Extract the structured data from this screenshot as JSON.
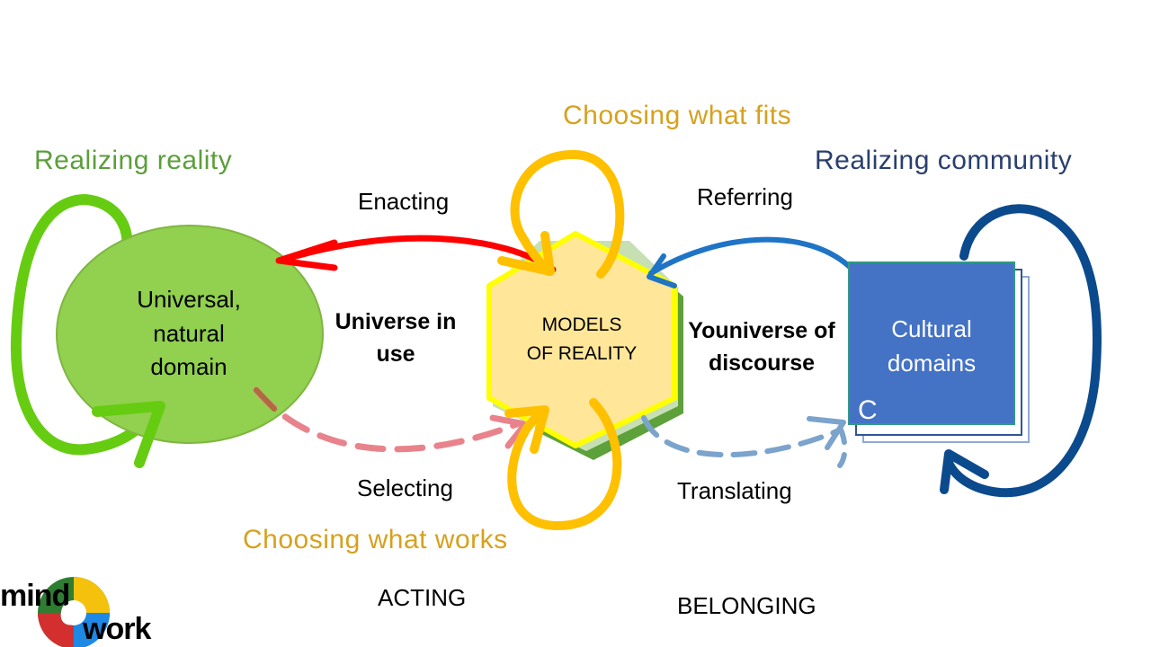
{
  "headings": {
    "realizing_reality": "Realizing reality",
    "choosing_what_fits": "Choosing what fits",
    "realizing_community": "Realizing community",
    "choosing_what_works": "Choosing what works"
  },
  "nodes": {
    "universal_line1": "Universal,",
    "universal_line2": "natural",
    "universal_line3": "domain",
    "models_line1": "MODELS",
    "models_line2": "OF REALITY",
    "cultural_line1": "Cultural",
    "cultural_line2": "domains",
    "cultural_corner": "C"
  },
  "arrows": {
    "enacting": "Enacting",
    "referring": "Referring",
    "selecting": "Selecting",
    "translating": "Translating"
  },
  "regions": {
    "universe_line1": "Universe in",
    "universe_line2": "use",
    "youniverse_line1": "Youniverse of",
    "youniverse_line2": "discourse"
  },
  "footer": {
    "acting": "ACTING",
    "belonging": "BELONGING"
  },
  "logo": {
    "top": "mind",
    "at": "@",
    "bottom": "work"
  },
  "colors": {
    "green_heading": "#5c9e3c",
    "gold_heading": "#d6a11e",
    "navy_heading": "#2a3f6e",
    "green_loop": "#66cc11",
    "green_circle": "#92d050",
    "gold_loop": "#ffc000",
    "red_arrow": "#ff0000",
    "pink_dashed": "#e8838c",
    "blue_arrow": "#1f74c6",
    "blue_dashed": "#7ba3cc",
    "navy_loop": "#0b4a8c",
    "blue_box": "#4472c4"
  }
}
